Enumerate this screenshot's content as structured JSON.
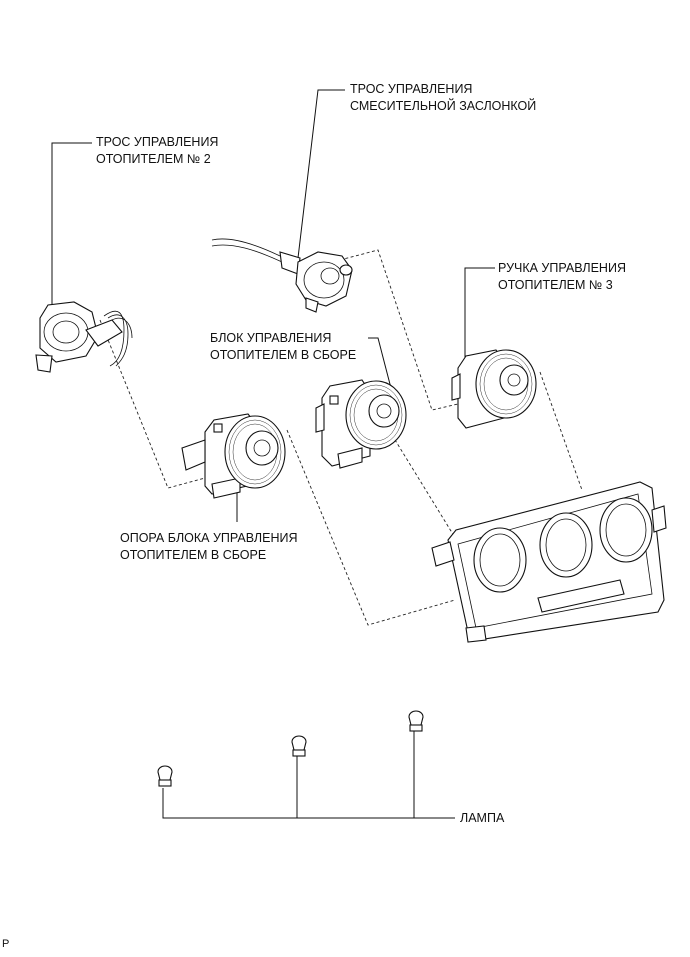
{
  "labels": {
    "heater_cable_2": [
      "ТРОС УПРАВЛЕНИЯ",
      "ОТОПИТЕЛЕМ № 2"
    ],
    "mix_damper_cable": [
      "ТРОС УПРАВЛЕНИЯ",
      "СМЕСИТЕЛЬНОЙ ЗАСЛОНКОЙ"
    ],
    "heater_knob_3": [
      "РУЧКА УПРАВЛЕНИЯ",
      "ОТОПИТЕЛЕМ № 3"
    ],
    "heater_control_assy": [
      "БЛОК УПРАВЛЕНИЯ",
      "ОТОПИТЕЛЕМ В СБОРЕ"
    ],
    "heater_control_base": [
      "ОПОРА БЛОКА УПРАВЛЕНИЯ",
      "ОТОПИТЕЛЕМ В СБОРЕ"
    ],
    "lamp": "ЛАМПА"
  },
  "figure_code": "P"
}
